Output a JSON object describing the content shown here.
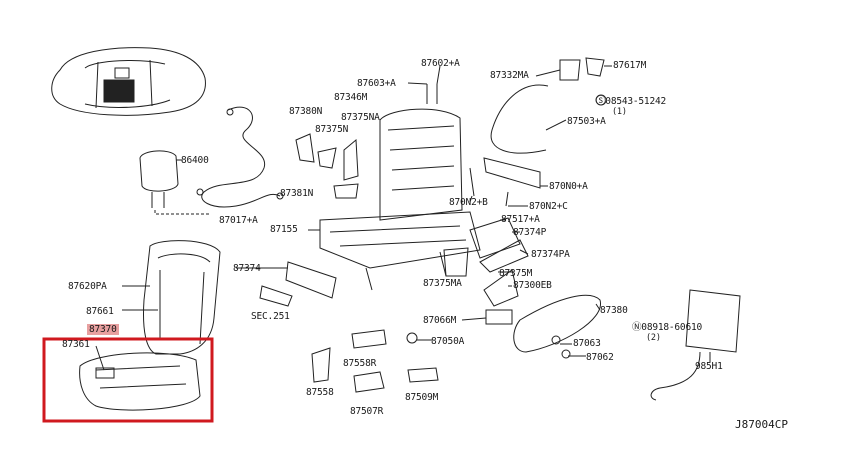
{
  "labels": [
    "86400",
    "87017+A",
    "87380N",
    "87346M",
    "87603+A",
    "87602+A",
    "87375NA",
    "87375N",
    "87381N",
    "87155",
    "87374",
    "SEC.251",
    "87620PA",
    "87661",
    "87370",
    "87361",
    "87332MA",
    "87617M",
    "Ⓢ08543-51242",
    "(1)",
    "87503+A",
    "870N0+A",
    "870N2+B",
    "870N2+C",
    "87517+A",
    "87374P",
    "87374PA",
    "87375M",
    "87375MA",
    "87300EB",
    "87380",
    "87066M",
    "87050A",
    "87063",
    "87062",
    "Ⓝ08918-60610",
    "(2)",
    "985H1",
    "87558R",
    "87558",
    "87507R",
    "87509M"
  ],
  "diagram_code": "J87004CP",
  "highlight": {
    "part": "87370",
    "color": "#d0191f"
  }
}
